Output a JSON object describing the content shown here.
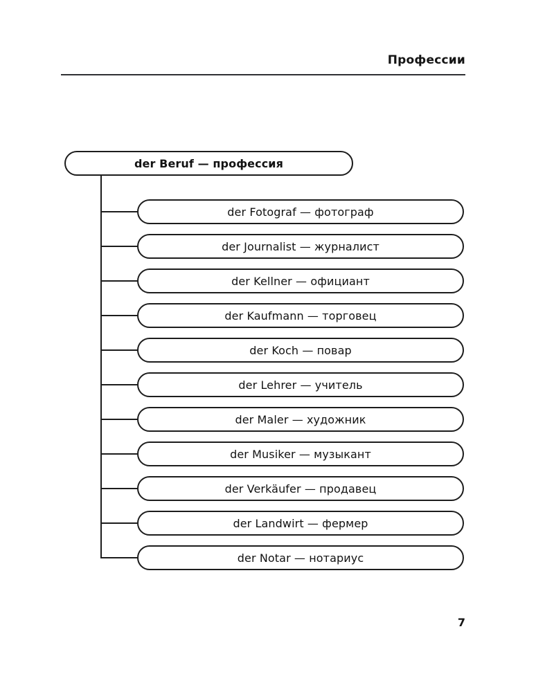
{
  "page": {
    "header_title": "Профессии",
    "page_number": "7",
    "ink_color": "#1c1c1c",
    "background_color": "#ffffff"
  },
  "diagram": {
    "type": "tree",
    "root": {
      "label": "der Beruf — профессия",
      "bold": true
    },
    "children": [
      {
        "label": "der Fotograf — фотограф"
      },
      {
        "label": "der Journalist — журналист"
      },
      {
        "label": "der Kellner — официант"
      },
      {
        "label": "der Kaufmann — торговец"
      },
      {
        "label": "der Koch — повар"
      },
      {
        "label": "der Lehrer — учитель"
      },
      {
        "label": "der Maler — художник"
      },
      {
        "label": "der Musiker — музыкант"
      },
      {
        "label": "der Verkäufer — продавец"
      },
      {
        "label": "der Landwirt — фермер"
      },
      {
        "label": "der Notar — нотариус"
      }
    ]
  }
}
